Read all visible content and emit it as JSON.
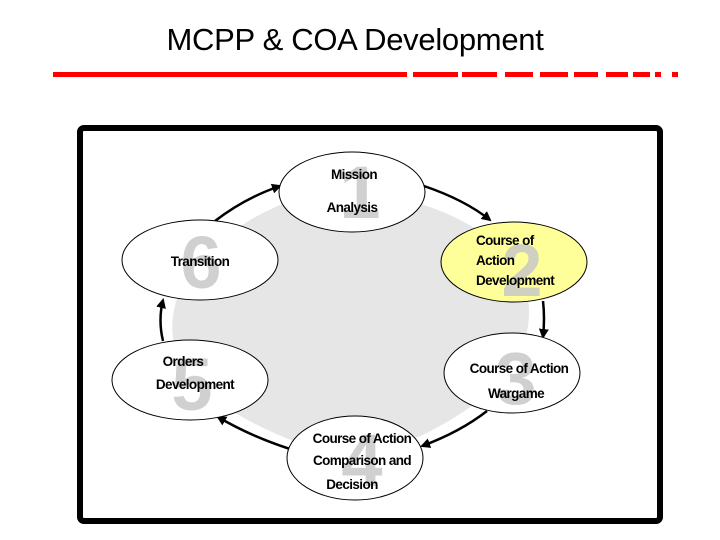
{
  "slide": {
    "title": "MCPP & COA Development",
    "accent_color": "#ff0000",
    "highlight_color": "#ffff99",
    "center_fill": "#e6e6e6"
  },
  "diagram": {
    "type": "cycle",
    "nodes": [
      {
        "step": "1",
        "lines": [
          "Mission",
          "Analysis"
        ],
        "highlighted": false
      },
      {
        "step": "2",
        "lines": [
          "Course of",
          "Action",
          "Development"
        ],
        "highlighted": true
      },
      {
        "step": "3",
        "lines": [
          "Course of Action",
          "Wargame"
        ],
        "highlighted": false
      },
      {
        "step": "4",
        "lines": [
          "Course of Action",
          "Comparison and",
          "Decision"
        ],
        "highlighted": false
      },
      {
        "step": "5",
        "lines": [
          "Orders",
          "Development"
        ],
        "highlighted": false
      },
      {
        "step": "6",
        "lines": [
          "Transition"
        ],
        "highlighted": false
      }
    ],
    "edges": [
      {
        "from": "Mission Analysis",
        "to": "Course of Action Development"
      },
      {
        "from": "Course of Action Development",
        "to": "Course of Action Wargame"
      },
      {
        "from": "Course of Action Wargame",
        "to": "Course of Action Comparison and Decision"
      },
      {
        "from": "Course of Action Comparison and Decision",
        "to": "Orders Development"
      },
      {
        "from": "Orders Development",
        "to": "Transition"
      },
      {
        "from": "Transition",
        "to": "Mission Analysis"
      }
    ]
  }
}
